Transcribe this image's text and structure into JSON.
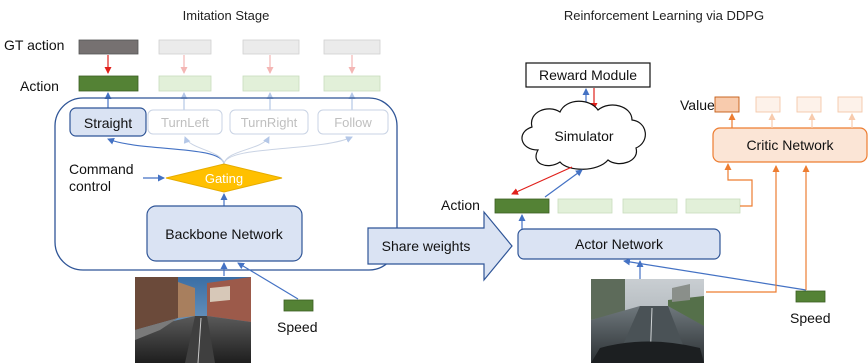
{
  "imitation": {
    "title": "Imitation Stage",
    "gt_action_label": "GT action",
    "action_label": "Action",
    "branches": [
      "Straight",
      "TurnLeft",
      "TurnRight",
      "Follow"
    ],
    "command_label_line1": "Command",
    "command_label_line2": "control",
    "gating_label": "Gating",
    "backbone_label": "Backbone Network",
    "speed_label": "Speed"
  },
  "share_label": "Share weights",
  "rl": {
    "title": "Reinforcement Learning via DDPG",
    "reward_label": "Reward Module",
    "simulator_label": "Simulator",
    "value_label": "Value",
    "critic_label": "Critic Network",
    "action_label": "Action",
    "actor_label": "Actor Network",
    "speed_label": "Speed"
  },
  "colors": {
    "blue": "#4472c4",
    "box_fill": "#dae3f3",
    "green": "#548235",
    "green_light": "#e2f0d9",
    "gt_gray": "#767171",
    "gating": "#ffc000",
    "orange": "#ed7d31",
    "orange_fill": "#fbe5d6",
    "red": "#e0201b"
  },
  "icons": [
    "road-camera-image",
    "road-camera-image-rainy",
    "cloud-icon"
  ]
}
